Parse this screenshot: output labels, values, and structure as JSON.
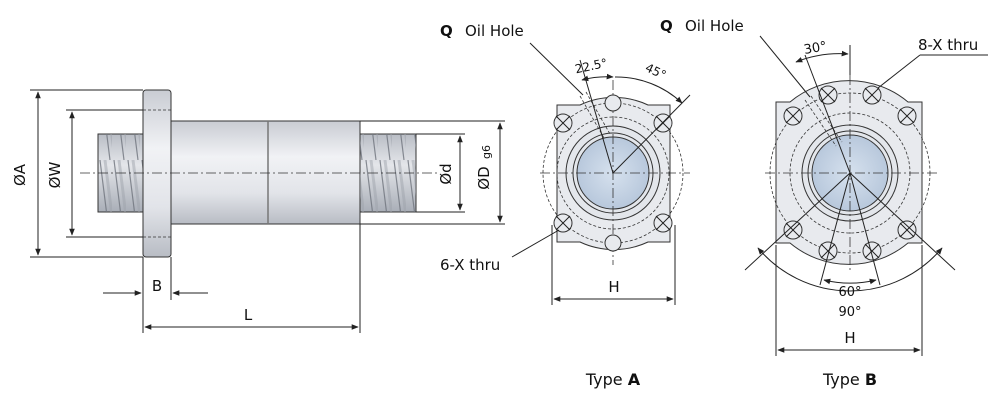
{
  "side_view": {
    "dims": {
      "dia_A": "ØA",
      "dia_W": "ØW",
      "dia_d": "Ød",
      "dia_D": "ØD",
      "tol_g6": "g6",
      "B": "B",
      "L": "L"
    }
  },
  "type_a": {
    "oil_hole_q": "Q",
    "oil_hole_label": "Oil Hole",
    "angle_small": "22.5°",
    "angle_large": "45°",
    "thru_holes": "6-X thru",
    "width_label": "H",
    "caption_prefix": "Type",
    "caption_letter": "A"
  },
  "type_b": {
    "oil_hole_q": "Q",
    "oil_hole_label": "Oil Hole",
    "angle_top": "30°",
    "thru_holes": "8-X thru",
    "angle_60": "60°",
    "angle_90": "90°",
    "width_label": "H",
    "caption_prefix": "Type",
    "caption_letter": "B"
  },
  "colors": {
    "body_fill": "#e6e8ec",
    "thread_fill": "#d3d6dc",
    "bore_fill": "#c7d5e6",
    "line": "#222222"
  }
}
